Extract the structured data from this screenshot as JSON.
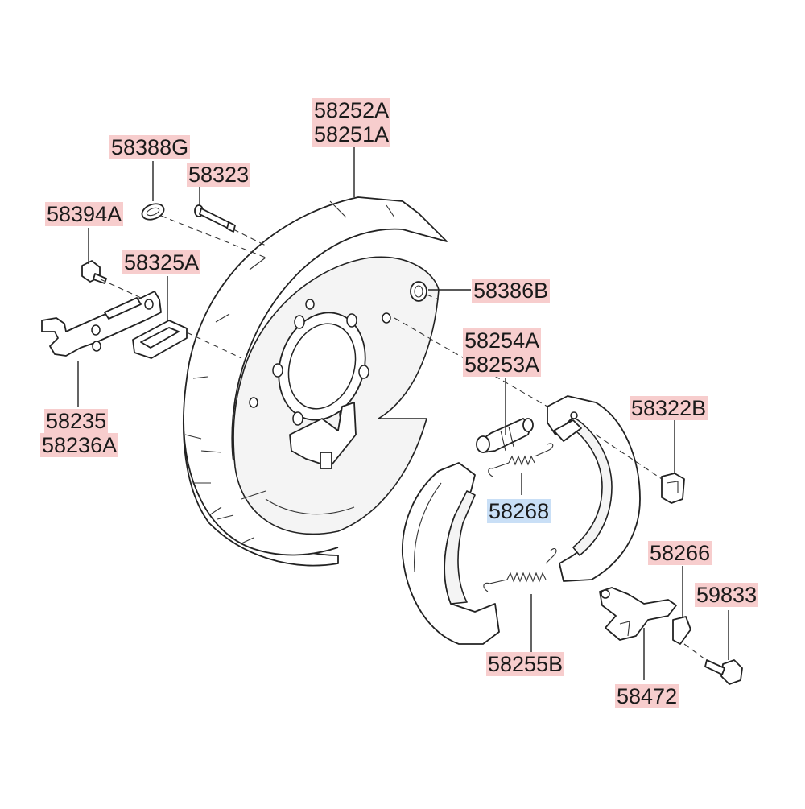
{
  "labels": {
    "p58252A": "58252A",
    "p58251A": "58251A",
    "p58388G": "58388G",
    "p58323": "58323",
    "p58394A": "58394A",
    "p58325A": "58325A",
    "p58386B": "58386B",
    "p58254A": "58254A",
    "p58253A": "58253A",
    "p58322B": "58322B",
    "p58235": "58235",
    "p58236A": "58236A",
    "p58268": "58268",
    "p58266": "58266",
    "p59833": "59833",
    "p58255B": "58255B",
    "p58472": "58472"
  },
  "colors": {
    "label_highlight": "#f7cdcd",
    "label_selected": "#c9dff6",
    "line": "#222222"
  }
}
